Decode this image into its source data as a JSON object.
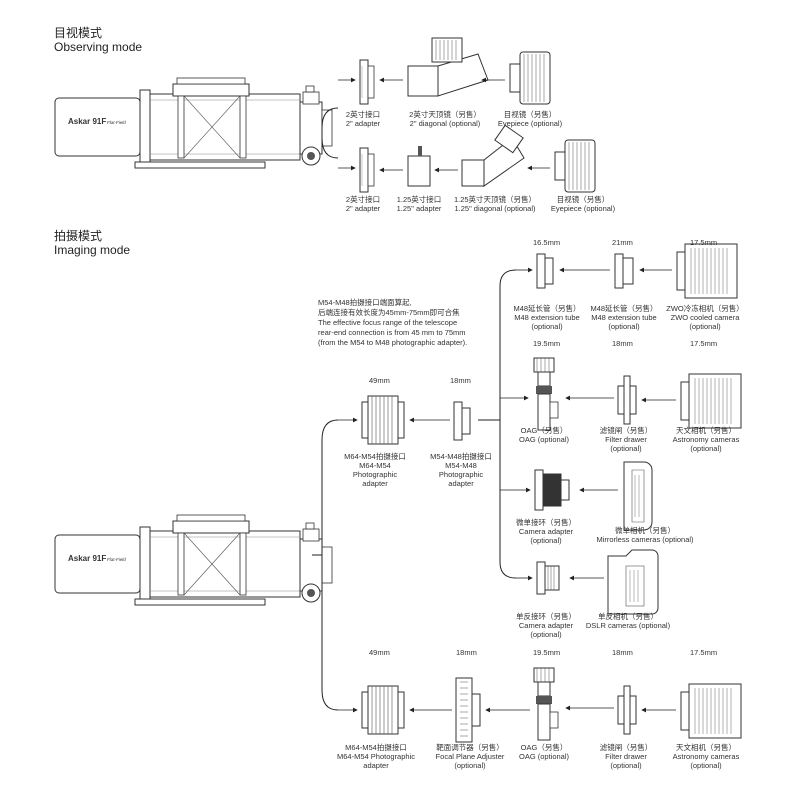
{
  "observing": {
    "title_cn": "目视模式",
    "title_en": "Observing mode"
  },
  "imaging": {
    "title_cn": "拍摄模式",
    "title_en": "Imaging mode"
  },
  "scope": {
    "brand": "Askar",
    "model": "91F",
    "subtitle": "Flat-Field"
  },
  "obs_row1": {
    "adapter": [
      "2英寸接口",
      "2\" adapter"
    ],
    "diagonal": [
      "2英寸天顶镜（另售）",
      "2\" diagonal (optional)"
    ],
    "eyepiece": [
      "目视镜（另售）",
      "Eyepiece (optional)"
    ]
  },
  "obs_row2": {
    "adapter2": [
      "2英寸接口",
      "2\" adapter"
    ],
    "adapter125": [
      "1.25英寸接口",
      "1.25\" adapter"
    ],
    "diagonal": [
      "1.25英寸天顶镜（另售）",
      "1.25\" diagonal (optional)"
    ],
    "eyepiece": [
      "目视镜（另售）",
      "Eyepiece (optional)"
    ]
  },
  "note": [
    "M54-M48拍摄接口端面算起,",
    "后端连接有效长度为45mm-75mm即可合焦",
    "The effective focus range of the telescope",
    "rear-end connection is from 45 mm to 75mm",
    "(from the M54 to M48 photographic adapter)."
  ],
  "img_main": {
    "m64_mm": "49mm",
    "m64": [
      "M64-M54拍摄接口",
      "M64-M54",
      "Photographic",
      "adapter"
    ],
    "m54_mm": "18mm",
    "m54": [
      "M54-M48拍摄接口",
      "M54-M48",
      "Photographic",
      "adapter"
    ]
  },
  "branch_zwo": {
    "mm1": "16.5mm",
    "mm2": "21mm",
    "mm3": "17.5mm",
    "ext1": [
      "M48延长管（另售）",
      "M48 extension tube",
      "(optional)"
    ],
    "ext2": [
      "M48延长管（另售）",
      "M48 extension tube",
      "(optional)"
    ],
    "cam": [
      "ZWO冷冻相机（另售）",
      "ZWO cooled camera",
      "(optional)"
    ]
  },
  "branch_oag": {
    "mm1": "19.5mm",
    "mm2": "18mm",
    "mm3": "17.5mm",
    "oag": [
      "OAG（另售）",
      "OAG (optional)"
    ],
    "filter": [
      "滤镜闸（另售）",
      "Filter drawer",
      "(optional)"
    ],
    "cam": [
      "天文相机（另售）",
      "Astronomy cameras",
      "(optional)"
    ]
  },
  "branch_mirrorless": {
    "adapter": [
      "微单接环（另售）",
      "Camera adapter",
      "(optional)"
    ],
    "cam": [
      "微单相机（另售）",
      "Mirrorless cameras (optional)"
    ]
  },
  "branch_dslr": {
    "adapter": [
      "单反接环（另售）",
      "Camera adapter",
      "(optional)"
    ],
    "cam": [
      "单反相机（另售）",
      "DSLR cameras (optional)"
    ]
  },
  "bottom_row": {
    "mm1": "49mm",
    "mm2": "18mm",
    "mm3": "19.5mm",
    "mm4": "18mm",
    "mm5": "17.5mm",
    "m64": [
      "M64-M54拍摄接口",
      "M64-M54 Photographic",
      "adapter"
    ],
    "fpa": [
      "靶面调节器（另售）",
      "Focal Plane Adjuster",
      "(optional)"
    ],
    "oag": [
      "OAG（另售）",
      "OAG (optional)"
    ],
    "filter": [
      "滤镜闸（另售）",
      "Filter drawer",
      "(optional)"
    ],
    "cam": [
      "天文相机（另售）",
      "Astronomy cameras",
      "(optional)"
    ]
  }
}
